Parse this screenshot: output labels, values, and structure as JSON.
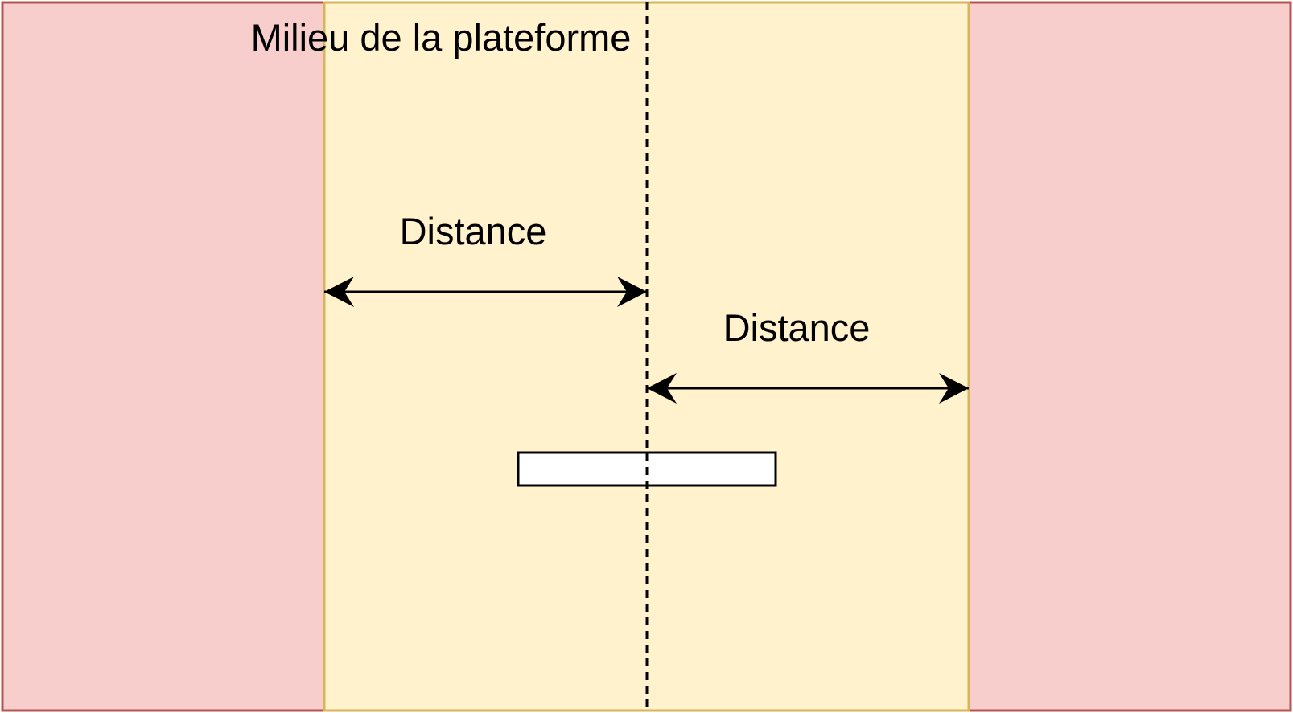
{
  "labels": {
    "middle": "Milieu de la plateforme",
    "distance_left": "Distance",
    "distance_right": "Distance"
  },
  "colors": {
    "outer_zone_fill": "#f8cecc",
    "outer_zone_stroke": "#b85450",
    "center_zone_fill": "#fff2cc",
    "center_zone_stroke": "#d6b656",
    "platform_fill": "#ffffff",
    "line": "#000000"
  }
}
